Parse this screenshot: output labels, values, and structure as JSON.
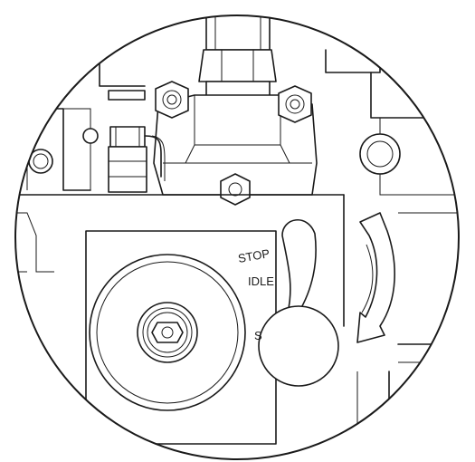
{
  "labels": {
    "stop": "STOP",
    "idle": "IDLE",
    "partial": "S"
  },
  "colors": {
    "line": "#1a1a1a",
    "background": "#ffffff"
  }
}
